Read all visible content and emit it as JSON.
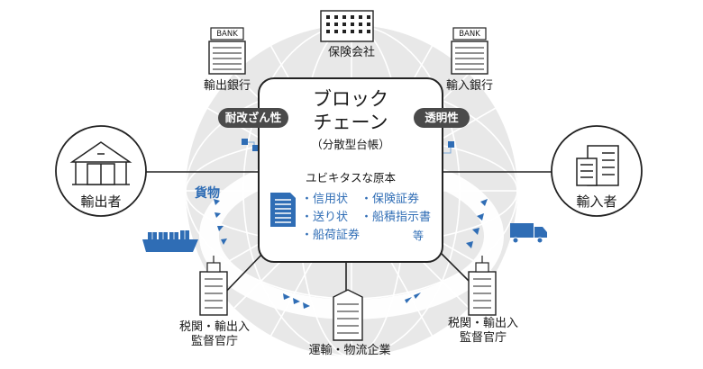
{
  "central": {
    "title_line1": "ブロック",
    "title_line2": "チェーン",
    "subtitle": "（分散型台帳）",
    "ubiquitous_label": "ユビキタスな原本",
    "documents": [
      "・信用状",
      "・保険証券",
      "・送り状",
      "・船積指示書",
      "・船荷証券",
      "等"
    ]
  },
  "badges": {
    "left": "耐改ざん性",
    "right": "透明性"
  },
  "nodes": {
    "insurance": "保険会社",
    "export_bank": "輸出銀行",
    "import_bank": "輸入銀行",
    "bank_sign": "BANK",
    "exporter": "輸出者",
    "importer": "輸入者",
    "customs_left_line1": "税関・輸出入",
    "customs_left_line2": "監督官庁",
    "customs_right_line1": "税関・輸出入",
    "customs_right_line2": "監督官庁",
    "logistics": "運輸・物流企業"
  },
  "cargo_label": "貨物",
  "colors": {
    "accent_blue": "#2f6db5",
    "dark": "#222222",
    "badge": "#4a4a4a",
    "globe": "#e8e8e8",
    "globe_line": "#ffffff"
  }
}
